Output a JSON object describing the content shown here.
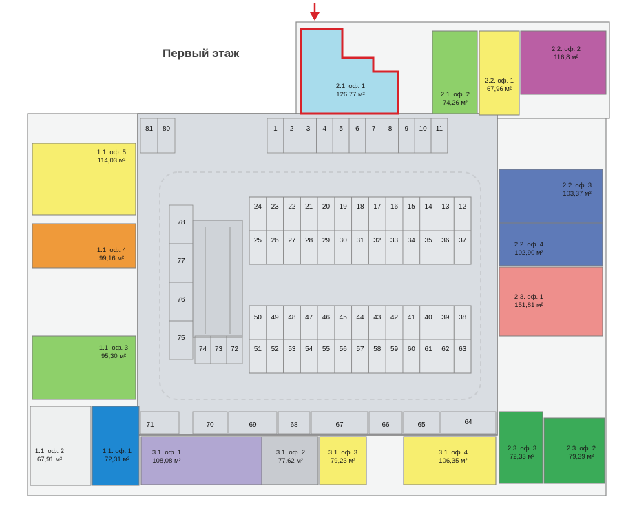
{
  "title": "Первый этаж",
  "colors": {
    "garage": "#d9dde2",
    "walls": "#7d7d7d",
    "highlight": "#d8232a",
    "units_teal": "#a8dcec",
    "units_yellow": "#f7ee6f",
    "units_green": "#8ed06a",
    "units_orange": "#ef9a3a",
    "units_magenta": "#ba5fa4",
    "units_blue": "#5e7ab8",
    "units_pink": "#ee8f8c",
    "units_lavender": "#b1a7d2",
    "units_grey": "#c8cbd0",
    "units_light": "#eef0f0"
  },
  "icons": {
    "pointer": "arrow-down-icon"
  },
  "units": [
    {
      "line1": "2.1. оф. 1",
      "line2": "126,77 м²",
      "color": "#a8dcec"
    },
    {
      "line1": "2.1. оф. 2",
      "line2": "74,26 м²",
      "color": "#8ed06a"
    },
    {
      "line1": "2.2. оф. 1",
      "line2": "67,96 м²",
      "color": "#f7ee6f"
    },
    {
      "line1": "2.2. оф. 2",
      "line2": "116,8 м²",
      "color": "#ba5fa4"
    },
    {
      "line1": "2.2. оф. 3",
      "line2": "103,37 м²",
      "color": "#5e7ab8"
    },
    {
      "line1": "2.2. оф. 4",
      "line2": "102,90 м²",
      "color": "#5e7ab8"
    },
    {
      "line1": "2.3. оф. 1",
      "line2": "151,81 м²",
      "color": "#ee8f8c"
    },
    {
      "line1": "2.3. оф. 2",
      "line2": "79,39 м²",
      "color": "#3aab58"
    },
    {
      "line1": "2.3. оф. 3",
      "line2": "72,33 м²",
      "color": "#3aab58"
    },
    {
      "line1": "1.1. оф. 5",
      "line2": "114,03 м²",
      "color": "#f7ee6f"
    },
    {
      "line1": "1.1. оф. 4",
      "line2": "99,16 м²",
      "color": "#ef9a3a"
    },
    {
      "line1": "1.1. оф. 3",
      "line2": "95,30 м²",
      "color": "#8ed06a"
    },
    {
      "line1": "1.1. оф. 2",
      "line2": "67,91 м²",
      "color": "#eef0f0"
    },
    {
      "line1": "1.1. оф. 1",
      "line2": "72,31 м²",
      "color": "#1e88d2"
    },
    {
      "line1": "3.1. оф. 1",
      "line2": "108,08 м²",
      "color": "#b1a7d2"
    },
    {
      "line1": "3.1. оф. 2",
      "line2": "77,62 м²",
      "color": "#c8cbd0"
    },
    {
      "line1": "3.1. оф. 3",
      "line2": "79,23 м²",
      "color": "#f7ee6f"
    },
    {
      "line1": "3.1. оф. 4",
      "line2": "106,35 м²",
      "color": "#f7ee6f"
    }
  ],
  "parking": {
    "top_row": [
      "1",
      "2",
      "3",
      "4",
      "5",
      "6",
      "7",
      "8",
      "9",
      "10",
      "11"
    ],
    "top_left": [
      "81",
      "80"
    ],
    "island1_top": [
      "24",
      "23",
      "22",
      "21",
      "20",
      "19",
      "18",
      "17",
      "16",
      "15",
      "14",
      "13",
      "12"
    ],
    "island1_bottom": [
      "25",
      "26",
      "27",
      "28",
      "29",
      "30",
      "31",
      "32",
      "33",
      "34",
      "35",
      "36",
      "37"
    ],
    "island2_top": [
      "50",
      "49",
      "48",
      "47",
      "46",
      "45",
      "44",
      "43",
      "42",
      "41",
      "40",
      "39",
      "38"
    ],
    "island2_bottom": [
      "51",
      "52",
      "53",
      "54",
      "55",
      "56",
      "57",
      "58",
      "59",
      "60",
      "61",
      "62",
      "63"
    ],
    "left_column": [
      "78",
      "77",
      "76",
      "75"
    ],
    "ramp_bottom": [
      "74",
      "73",
      "72"
    ],
    "bottom_row": [
      "71",
      "70",
      "69",
      "68",
      "67",
      "66",
      "65",
      "64"
    ]
  }
}
